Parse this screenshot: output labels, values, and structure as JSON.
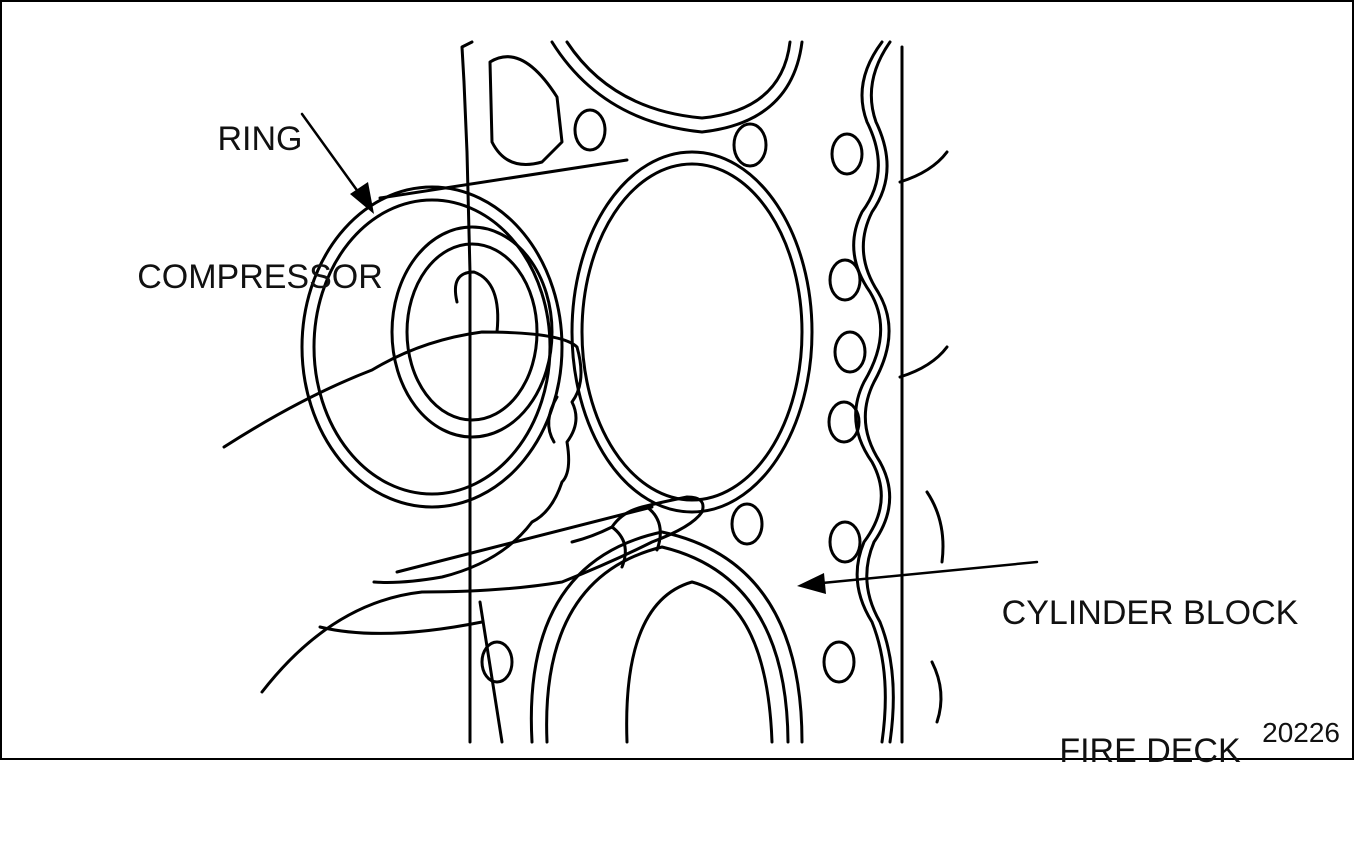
{
  "figure": {
    "callouts": {
      "ring_compressor": {
        "line1": "RING",
        "line2": "COMPRESSOR"
      },
      "fire_deck": {
        "line1": "CYLINDER BLOCK",
        "line2": "FIRE DECK"
      }
    },
    "figure_number": "20226"
  },
  "colors": {
    "line": "#000000",
    "background": "#ffffff"
  }
}
